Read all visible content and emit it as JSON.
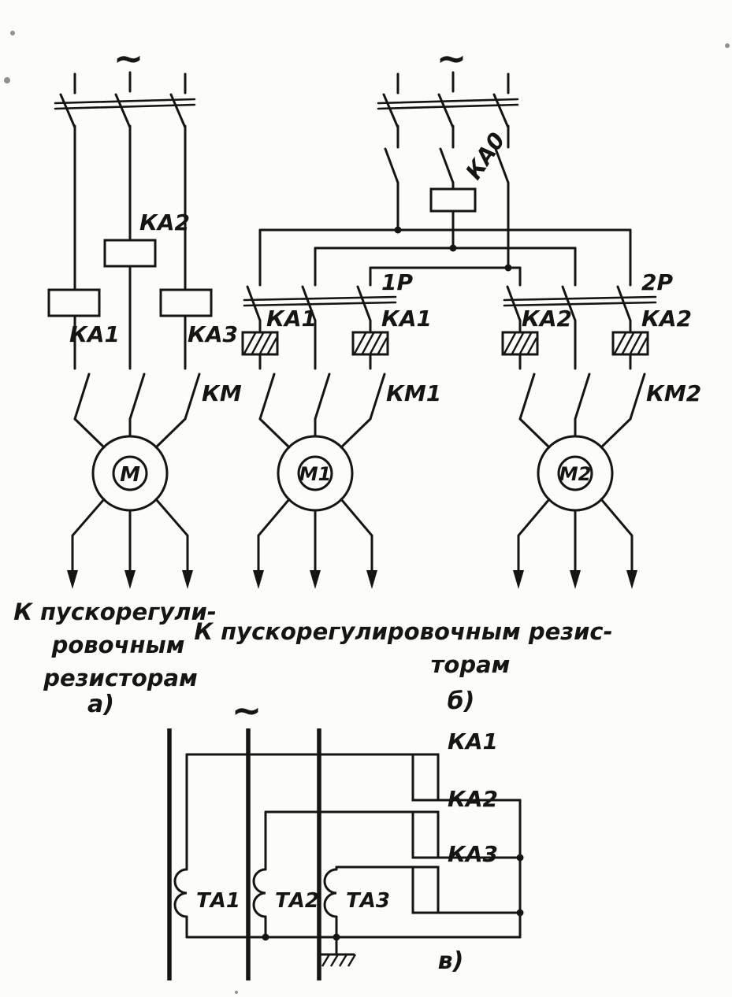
{
  "paper_color": "#fcfcfa",
  "ink_color": "#171513",
  "a": {
    "ac": "~",
    "ka1": "КА1",
    "ka2": "КА2",
    "ka3": "КА3",
    "km": "КМ",
    "motor": "М",
    "cap1": "К пускорегули-",
    "cap2": "ровочным",
    "cap3": "резисторам",
    "label": "а)"
  },
  "b": {
    "ac": "~",
    "ka0": "КА0",
    "p1": "1Р",
    "ka1_left": "КА1",
    "ka1_right": "КА1",
    "p2": "2Р",
    "ka2_left": "КА2",
    "ka2_right": "КА2",
    "km1": "КМ1",
    "km2": "КМ2",
    "motor1": "М1",
    "motor2": "М2",
    "cap1": "К пускорегулировочным резис-",
    "cap2": "торам",
    "label": "б)"
  },
  "v": {
    "ac": "~",
    "ta1": "ТА1",
    "ta2": "ТА2",
    "ta3": "ТА3",
    "ka1": "КА1",
    "ka2": "КА2",
    "ka3": "КА3",
    "label": "в)"
  }
}
